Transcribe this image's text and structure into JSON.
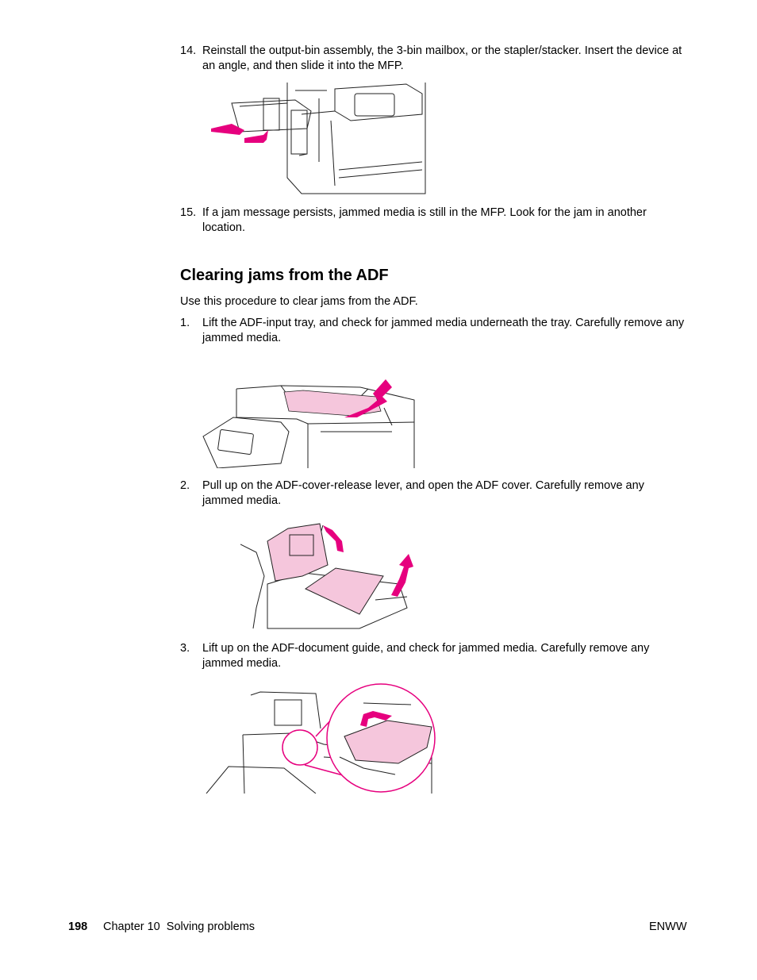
{
  "steps": [
    {
      "number": "14.",
      "text": "Reinstall the output-bin assembly, the 3-bin mailbox, or the stapler/stacker. Insert the device at an angle, and then slide it into the MFP."
    },
    {
      "number": "15.",
      "text": "If a jam message persists, jammed media is still in the MFP. Look for the jam in another location."
    }
  ],
  "section": {
    "title": "Clearing jams from the ADF",
    "intro": "Use this procedure to clear jams from the ADF.",
    "steps": [
      {
        "number": "1.",
        "text": "Lift the ADF-input tray, and check for jammed media underneath the tray. Carefully remove any jammed media."
      },
      {
        "number": "2.",
        "text": "Pull up on the ADF-cover-release lever, and open the ADF cover. Carefully remove any jammed media."
      },
      {
        "number": "3.",
        "text": "Lift up on the ADF-document guide, and check for jammed media. Carefully remove any jammed media."
      }
    ]
  },
  "footer": {
    "page_number": "198",
    "chapter": "Chapter 10  Solving problems",
    "right": "ENWW"
  },
  "colors": {
    "accent": "#e6007e",
    "highlight": "#f5c6dc",
    "line": "#222222"
  }
}
